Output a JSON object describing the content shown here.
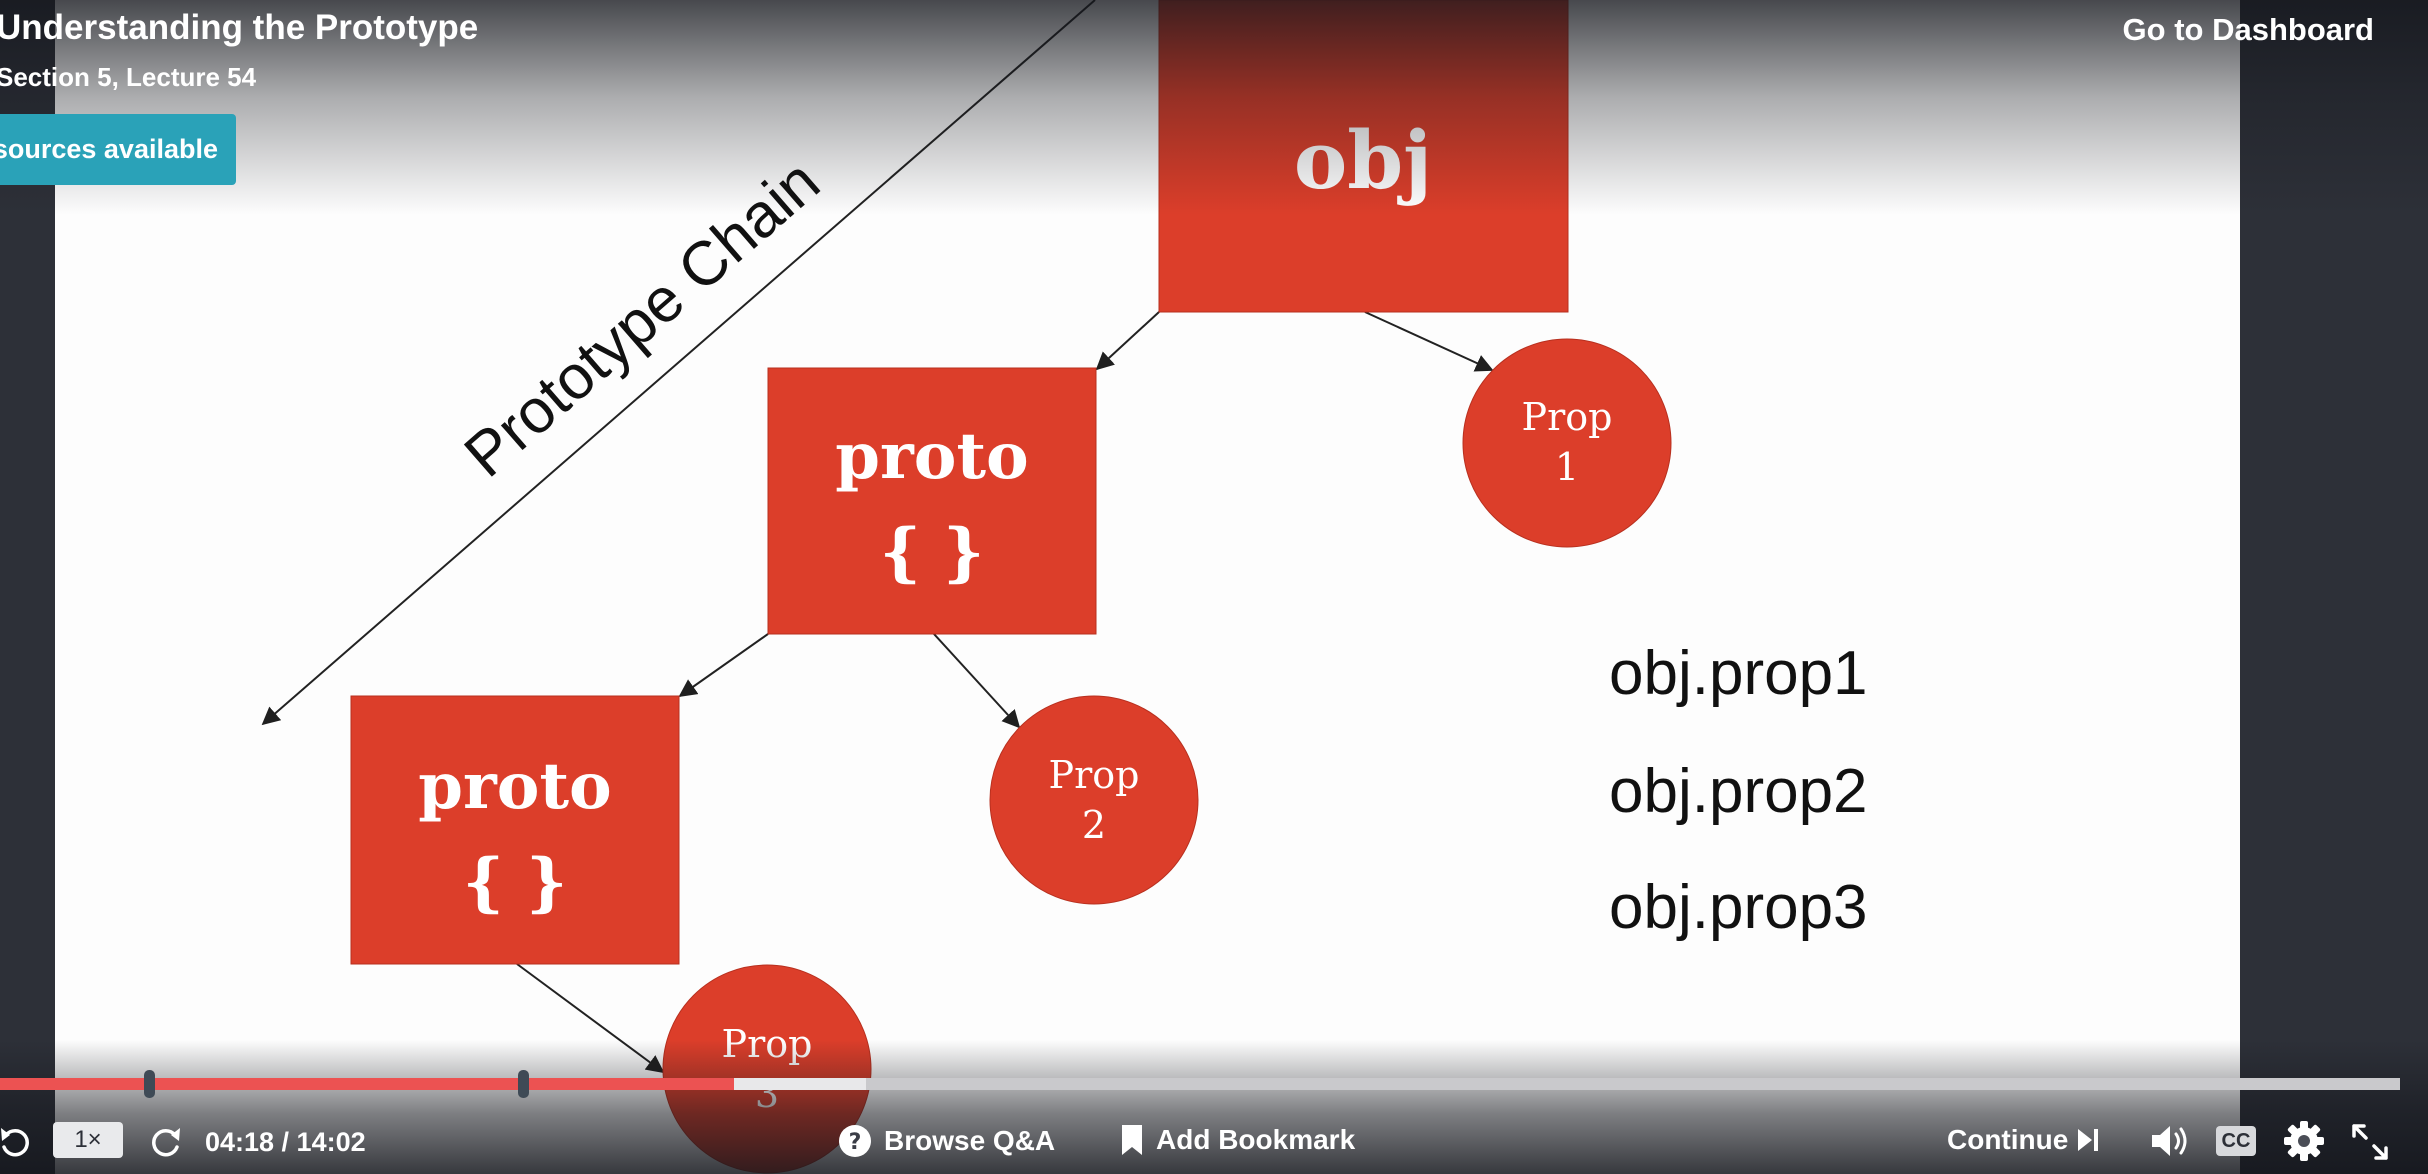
{
  "lecture": {
    "title": "Understanding the Prototype",
    "subtitle": "Section 5, Lecture 54",
    "resources_label": "Resources available",
    "dashboard_link": "Go to Dashboard"
  },
  "slide": {
    "chain_label": "Prototype Chain",
    "obj_box": "obj",
    "proto_boxes": [
      {
        "line1": "proto",
        "line2": "{ }"
      },
      {
        "line1": "proto",
        "line2": "{ }"
      }
    ],
    "prop_circles": [
      {
        "line1": "Prop",
        "line2": "1"
      },
      {
        "line1": "Prop",
        "line2": "2"
      },
      {
        "line1": "Prop",
        "line2": "3"
      }
    ],
    "code_lines": [
      "obj.prop1",
      "obj.prop2",
      "obj.prop3"
    ],
    "colors": {
      "box": "#dc3e2a",
      "background": "#fdfdfd",
      "accent": "#ec5252",
      "resources": "#2aa2b8"
    }
  },
  "player": {
    "speed_label": "1×",
    "time_display": "04:18 / 14:02",
    "progress_fraction": 0.306,
    "buffered_fraction": 0.361,
    "bookmark_fractions": [
      0.062,
      0.218
    ],
    "browse_qa_label": "Browse Q&A",
    "add_bookmark_label": "Add Bookmark",
    "continue_label": "Continue",
    "cc_label": "CC",
    "icons": [
      "rewind-icon",
      "forward-icon",
      "help-icon",
      "bookmark-icon",
      "skip-next-icon",
      "volume-icon",
      "captions-icon",
      "settings-icon",
      "fullscreen-icon"
    ]
  }
}
